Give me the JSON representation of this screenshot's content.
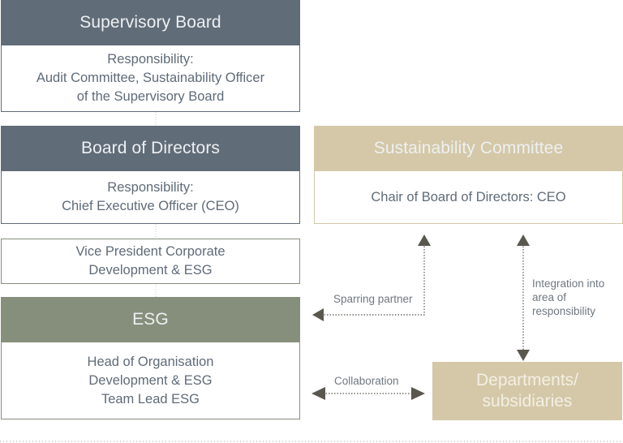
{
  "supervisory_board": {
    "title": "Supervisory Board",
    "lines": [
      "Responsibility:",
      "Audit Committee, Sustainability Officer",
      "of the Supervisory Board"
    ]
  },
  "board_of_directors": {
    "title": "Board of Directors",
    "lines": [
      "Responsibility:",
      "Chief Executive Officer (CEO)"
    ]
  },
  "vice_president": {
    "lines": [
      "Vice President Corporate",
      "Development & ESG"
    ]
  },
  "esg": {
    "title": "ESG",
    "lines": [
      "Head of Organisation",
      "Development & ESG",
      "Team Lead ESG"
    ]
  },
  "sustainability_committee": {
    "title": "Sustainability Committee",
    "lines": [
      "Chair of Board of Directors: CEO"
    ]
  },
  "departments": {
    "lines": [
      "Departments/",
      "subsidiaries"
    ]
  },
  "connectors": {
    "sparring": "Sparring partner",
    "integration": [
      "Integration into",
      "area of",
      "responsibility"
    ],
    "collaboration": "Collaboration"
  },
  "colors": {
    "slate": "#606c78",
    "olive": "#868f7b",
    "sand": "#d4c8a8",
    "arrow": "#5a574e"
  }
}
